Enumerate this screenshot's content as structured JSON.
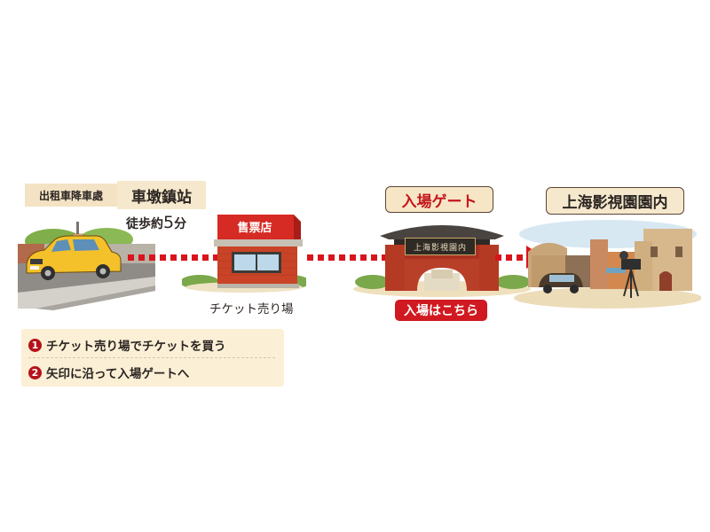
{
  "colors": {
    "accent_red": "#d9141b",
    "label_bg": "#f6e8cc",
    "steps_bg": "#fbefd6",
    "button_red": "#d01920",
    "text_dark": "#2b2522"
  },
  "taxi_stop": {
    "label": "出租車降車處",
    "station_name": "車墩鎮站",
    "walk_prefix": "徒歩約",
    "walk_minutes": "5",
    "walk_unit": "分",
    "icon": "taxi-icon"
  },
  "ticket_booth": {
    "sign": "售票店",
    "caption": "チケット売り場",
    "icon": "ticket-booth-icon"
  },
  "entrance_gate": {
    "title": "入場ゲート",
    "plaque": "上海影視園内",
    "button_label": "入場はこちら",
    "icon": "gate-icon"
  },
  "studio": {
    "title": "上海影視園園内",
    "icon": "film-studio-icon"
  },
  "arrows": [
    {
      "icon": "arrow-right-icon",
      "dots": 9
    },
    {
      "icon": "arrow-right-icon",
      "dots": 8
    },
    {
      "icon": "arrow-right-icon",
      "dots": 3
    }
  ],
  "steps": [
    {
      "number": "1",
      "text": "チケット売り場でチケットを買う"
    },
    {
      "number": "2",
      "text": "矢印に沿って入場ゲートへ"
    }
  ]
}
